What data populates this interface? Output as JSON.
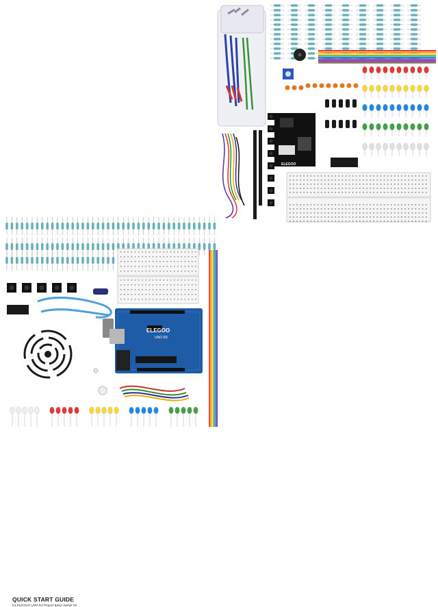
{
  "photo_top": {
    "power_module_brand": "ELEGOO"
  },
  "photo_bottom": {
    "guide_title": "QUICK START GUIDE",
    "guide_subtitle": "for ELEGOO UNO R3 Project Basic Starter Kit",
    "board_brand": "ELEGOO",
    "board_model": "UNO R3"
  }
}
